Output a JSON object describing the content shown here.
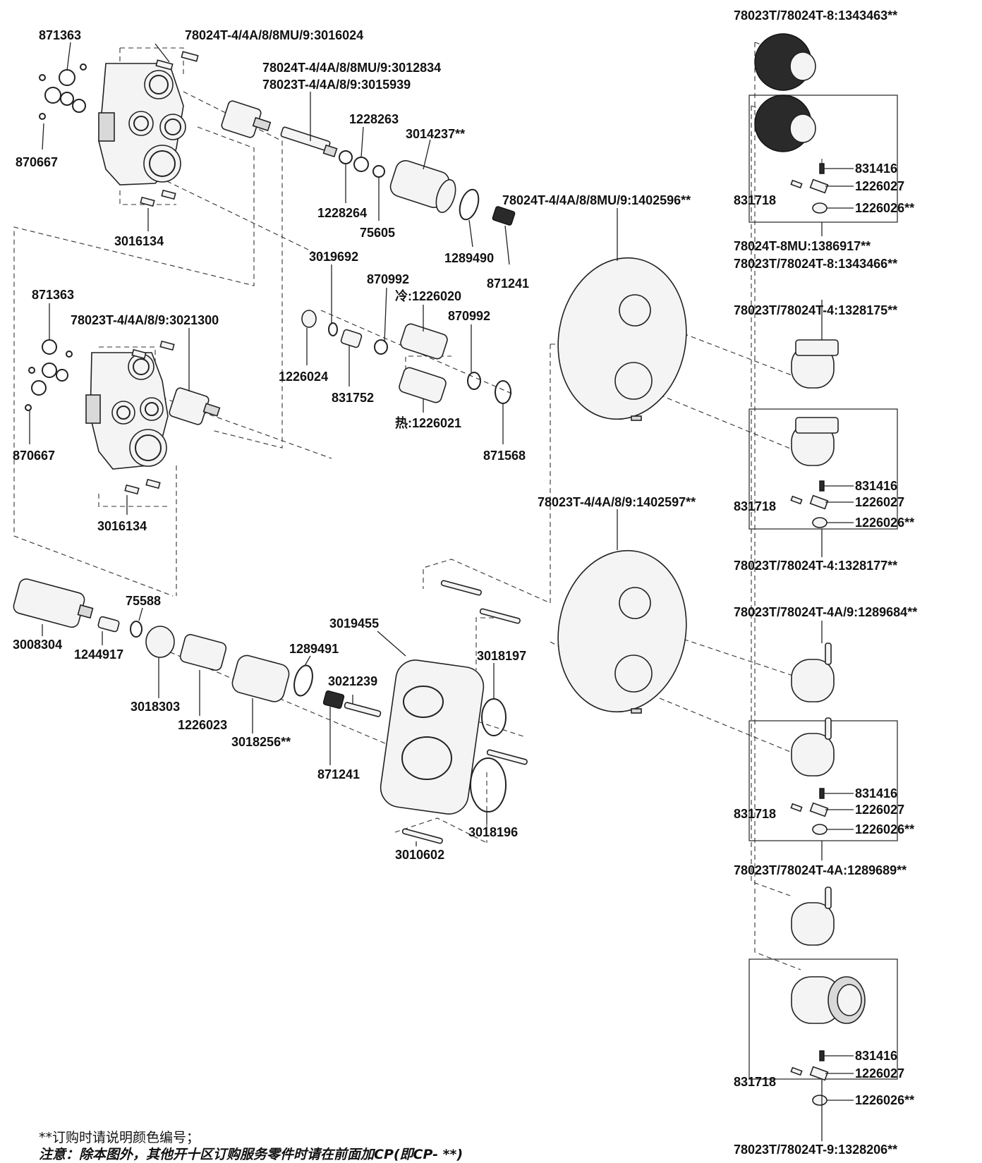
{
  "labels": {
    "l_871363_top": "871363",
    "l_3016024": "78024T-4/4A/8/8MU/9:3016024",
    "l_3012834": "78024T-4/4A/8/8MU/9:3012834",
    "l_3015939": "78023T-4/4A/8/9:3015939",
    "l_1228263": "1228263",
    "l_3014237": "3014237**",
    "l_870667_top": "870667",
    "l_1228264": "1228264",
    "l_75605": "75605",
    "l_1289490": "1289490",
    "l_871241_top": "871241",
    "l_1402596": "78024T-4/4A/8/8MU/9:1402596**",
    "l_3016134_top": "3016134",
    "l_3019692": "3019692",
    "l_870992_a": "870992",
    "l_1226020": "冷:1226020",
    "l_870992_b": "870992",
    "l_871363_mid": "871363",
    "l_3021300": "78023T-4/4A/8/9:3021300",
    "l_1226024": "1226024",
    "l_831752": "831752",
    "l_1226021": "热:1226021",
    "l_871568": "871568",
    "l_870667_mid": "870667",
    "l_3016134_mid": "3016134",
    "l_1402597": "78023T-4/4A/8/9:1402597**",
    "l_75588": "75588",
    "l_3008304": "3008304",
    "l_1244917": "1244917",
    "l_3018303": "3018303",
    "l_1226023": "1226023",
    "l_3018256": "3018256**",
    "l_1289491": "1289491",
    "l_3021239": "3021239",
    "l_3019455": "3019455",
    "l_3018197": "3018197",
    "l_871241_bot": "871241",
    "l_3018196": "3018196",
    "l_3010602": "3010602",
    "r_1343463": "78023T/78024T-8:1343463**",
    "r_831416_a": "831416",
    "r_831718_a": "831718",
    "r_1226027_a": "1226027",
    "r_1226026_a": "1226026**",
    "r_1386917": "78024T-8MU:1386917**",
    "r_1343466": "78023T/78024T-8:1343466**",
    "r_1328175": "78023T/78024T-4:1328175**",
    "r_831416_b": "831416",
    "r_831718_b": "831718",
    "r_1226027_b": "1226027",
    "r_1226026_b": "1226026**",
    "r_1328177": "78023T/78024T-4:1328177**",
    "r_1289684": "78023T/78024T-4A/9:1289684**",
    "r_831416_c": "831416",
    "r_831718_c": "831718",
    "r_1226027_c": "1226027",
    "r_1226026_c": "1226026**",
    "r_1289689": "78023T/78024T-4A:1289689**",
    "r_831416_d": "831416",
    "r_831718_d": "831718",
    "r_1226027_d": "1226027",
    "r_1226026_d": "1226026**",
    "r_1328206": "78023T/78024T-9:1328206**"
  },
  "footnotes": {
    "color_note": "**订购时请说明颜色编号；",
    "order_note": "注意：除本图外，其他开十区订购服务零件时请在前面加CP(即CP-         **)"
  }
}
